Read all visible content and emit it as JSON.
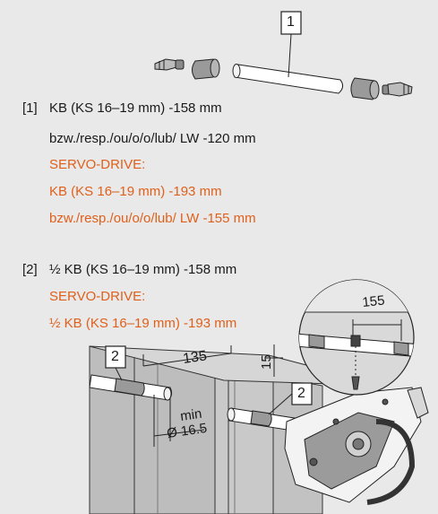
{
  "colors": {
    "accent": "#e0601b",
    "text": "#1a1a1a",
    "background": "#e9e9e9",
    "panel": "#c7c7c7"
  },
  "callouts": {
    "part_top": "1",
    "part_left": "2",
    "part_right": "2"
  },
  "item1": {
    "marker": "[1]",
    "line1": "KB (KS 16–19 mm) -158 mm",
    "line2": "bzw./resp./ou/o/o/lub/ LW -120 mm",
    "line3": "SERVO-DRIVE:",
    "line4": "KB (KS 16–19 mm) -193 mm",
    "line5": "bzw./resp./ou/o/o/lub/ LW -155 mm"
  },
  "item2": {
    "marker": "[2]",
    "line1": "½ KB (KS 16–19 mm) -158 mm",
    "line2": "SERVO-DRIVE:",
    "line3": "½ KB (KS 16–19 mm) -193 mm"
  },
  "dimensions": {
    "d155": "155",
    "d135": "135",
    "d15": "15",
    "min_label": "min",
    "diameter": "Ø 16.5"
  }
}
